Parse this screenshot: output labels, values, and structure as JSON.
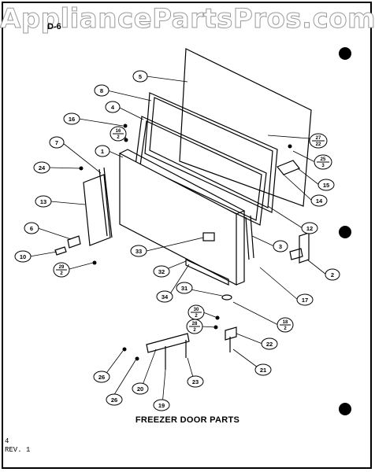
{
  "watermark": "AppliancePartsPros.com",
  "page_code": "D-6",
  "caption": "FREEZER DOOR PARTS",
  "sheet_number": "4",
  "revision": "REV. 1",
  "callouts": {
    "c5": "5",
    "c8": "8",
    "c4": "4",
    "c16": "16",
    "c16b_top": "16",
    "c16b_bot": "2",
    "c27_top": "27",
    "c27_bot": "22",
    "c25_top": "25",
    "c25_bot": "3",
    "c7": "7",
    "c1": "1",
    "c24": "24",
    "c15": "15",
    "c14": "14",
    "c13": "13",
    "c12": "12",
    "c6": "6",
    "c3": "3",
    "c2": "2",
    "c10": "10",
    "c33": "33",
    "c29_top": "29",
    "c29_bot": "2",
    "c32": "32",
    "c31": "31",
    "c34": "34",
    "c17": "17",
    "c30_top": "30",
    "c30_bot": "2",
    "c18_top": "18",
    "c18_bot": "2",
    "c28_top": "28",
    "c28_bot": "2",
    "c22": "22",
    "c21": "21",
    "c26a": "26",
    "c26b": "26",
    "c20": "20",
    "c19": "19",
    "c23": "23"
  }
}
